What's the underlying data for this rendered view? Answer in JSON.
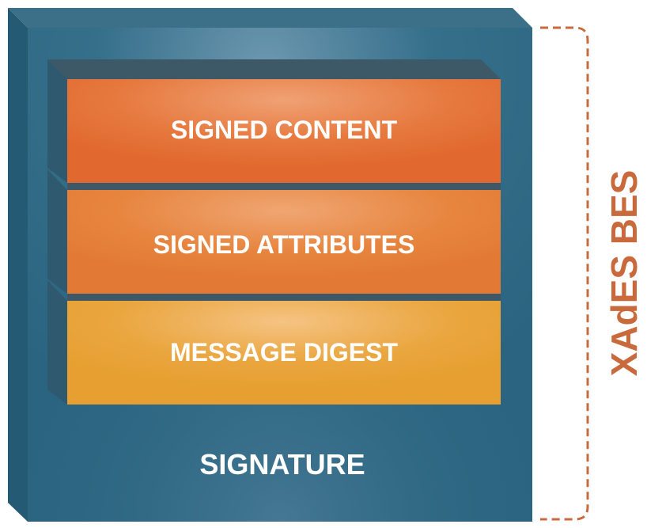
{
  "diagram": {
    "layers": [
      {
        "id": "signed-content",
        "label": "SIGNED CONTENT"
      },
      {
        "id": "signed-attributes",
        "label": "SIGNED ATTRIBUTES"
      },
      {
        "id": "message-digest",
        "label": "MESSAGE DIGEST"
      }
    ],
    "container_label": "SIGNATURE",
    "bracket_label": "XAdES BES"
  },
  "colors": {
    "container": "#2b6580",
    "container_highlight": "#5a8aa6",
    "signed_content": "#e26d33",
    "signed_attributes": "#e27c36",
    "message_digest": "#e8a233",
    "bracket": "#c96a3d",
    "label_text": "#ffffff"
  }
}
